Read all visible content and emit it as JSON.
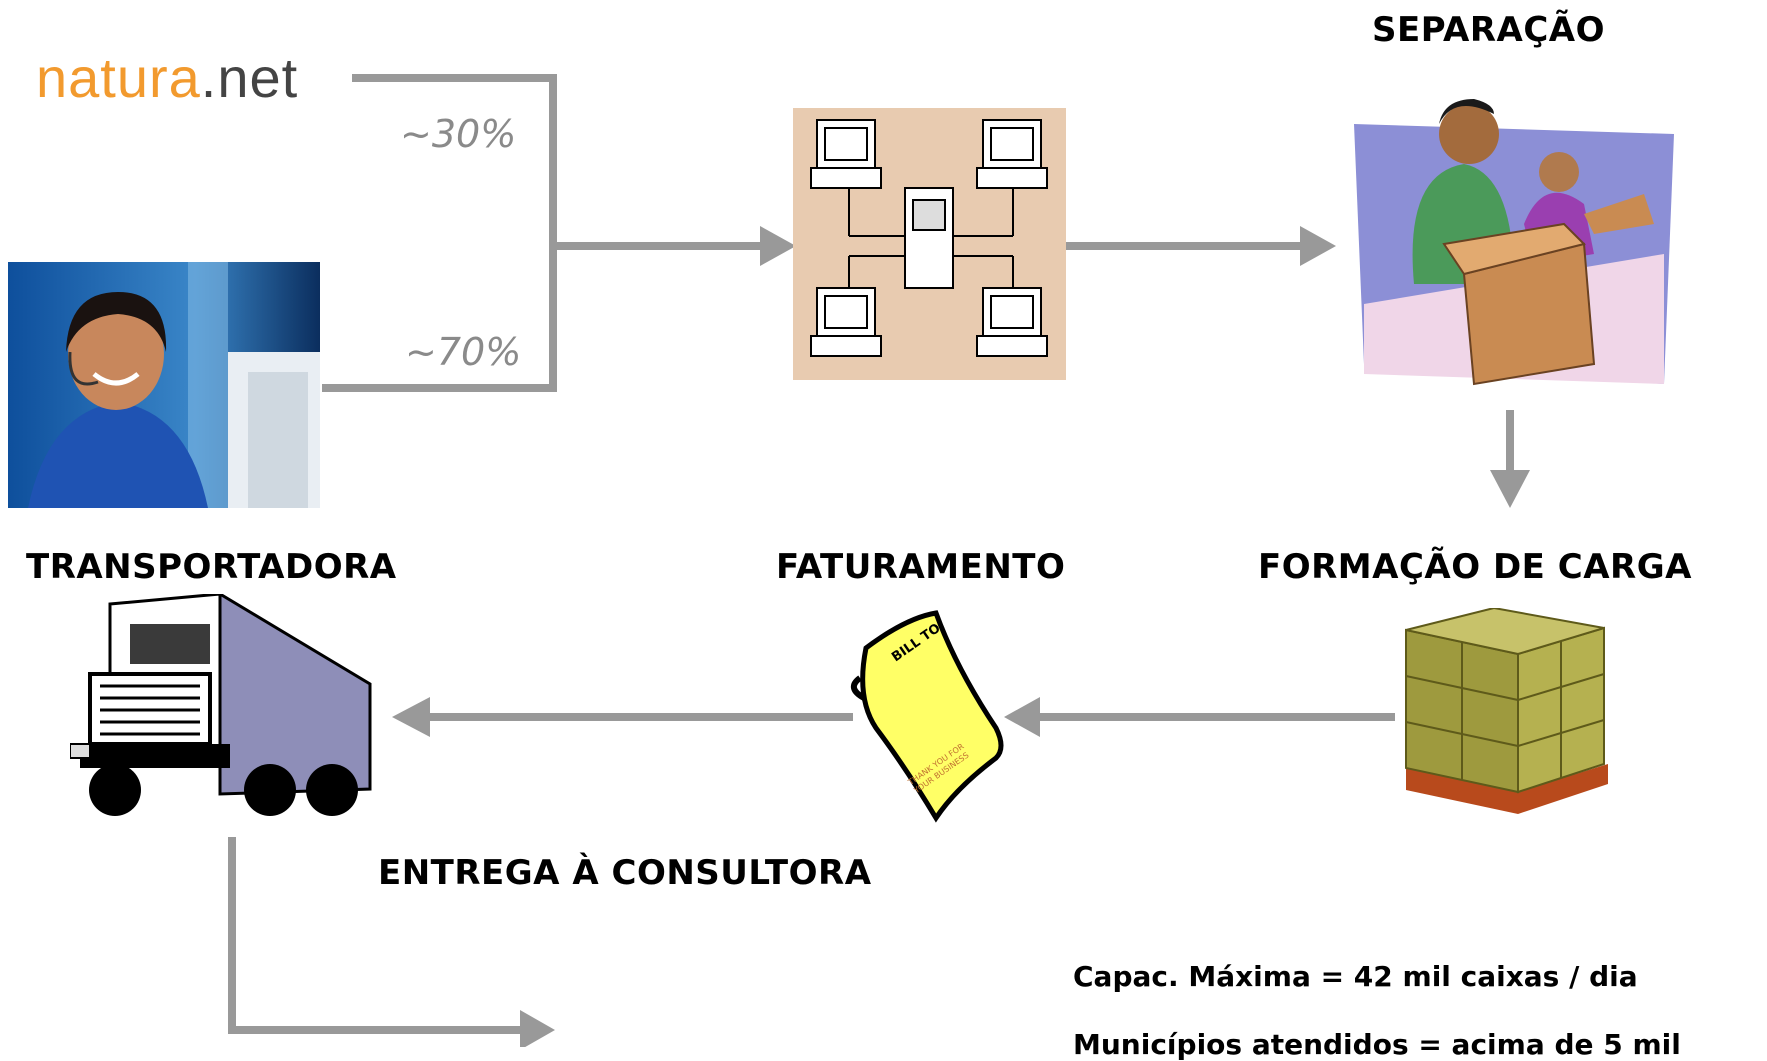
{
  "logo": {
    "brand": "natura",
    "domain": ".net"
  },
  "channels": {
    "online_pct": "~30%",
    "phone_pct": "~70%"
  },
  "stages": {
    "separacao": "SEPARAÇÃO",
    "transportadora": "TRANSPORTADORA",
    "faturamento": "FATURAMENTO",
    "formacao": "FORMAÇÃO DE CARGA",
    "entrega": "ENTREGA À CONSULTORA"
  },
  "invoice": {
    "bill_to": "BILL TO:",
    "thanks": "THANK YOU FOR YOUR BUSINESS"
  },
  "notes": {
    "capacity": "Capac. Máxima = 42 mil caixas / dia",
    "municipios": "Municípios atendidos = acima de 5 mil"
  },
  "colors": {
    "arrow": "#999999",
    "logo_orange": "#f29a2e",
    "network_bg": "#e8cbb0",
    "crate": "#9e9a3e"
  }
}
